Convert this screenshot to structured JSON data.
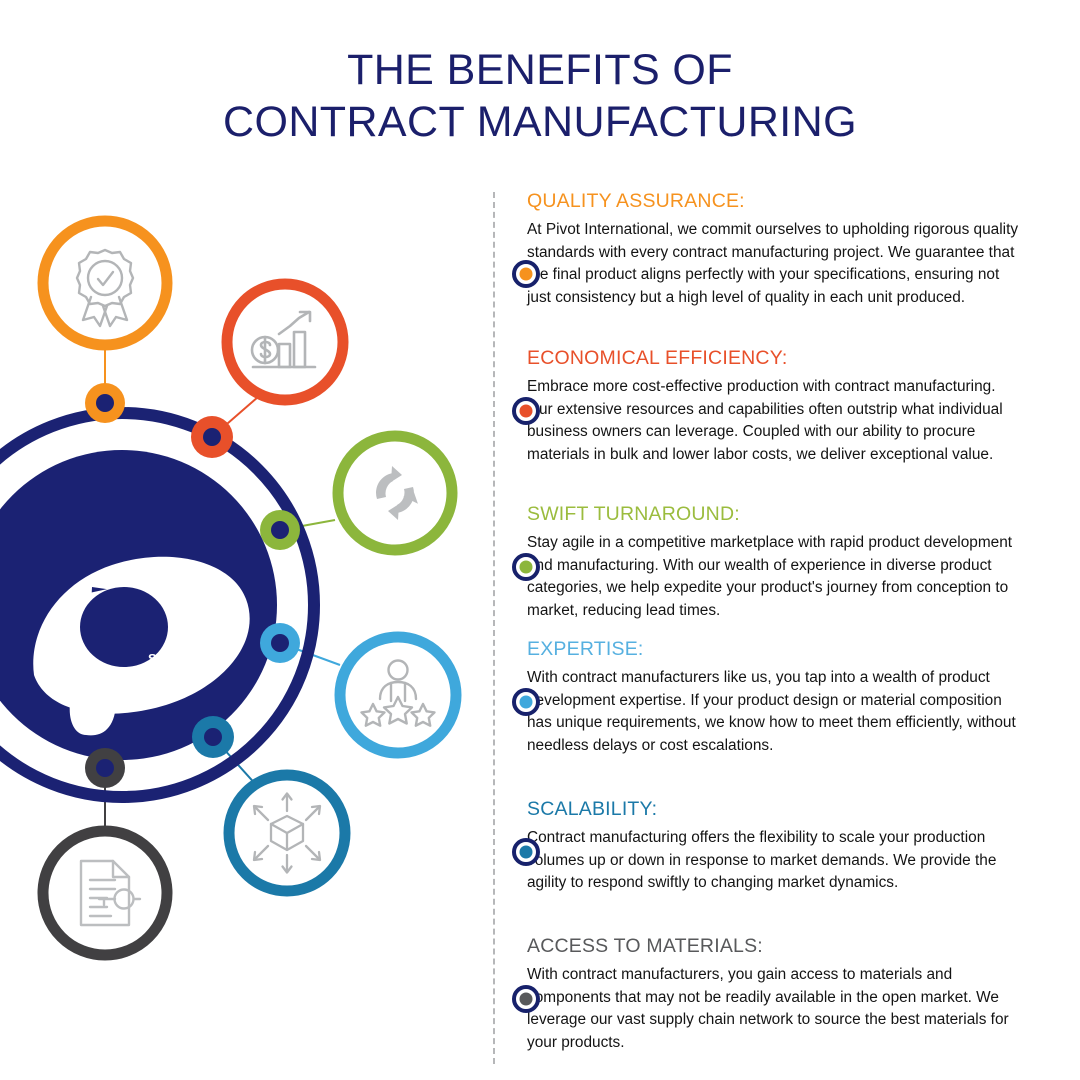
{
  "title": {
    "line1": "THE BENEFITS OF",
    "line2": "CONTRACT MANUFACTURING",
    "color": "#1b1f6b"
  },
  "brand": {
    "logo_letter": "P",
    "service_mark": "SM",
    "core_color": "#1b2273",
    "ring_color": "#1b2273"
  },
  "palette": {
    "orange": "#f6921e",
    "red_orange": "#e8502a",
    "green": "#8cb63c",
    "light_blue": "#3fa8dc",
    "steel_blue": "#1b79a8",
    "dark_gray": "#414042",
    "navy": "#17216b",
    "dashed_line": "#b6b7b9"
  },
  "sections": [
    {
      "id": "quality-assurance",
      "heading": "QUALITY ASSURANCE:",
      "heading_color": "#f6921e",
      "marker_color": "#f6921e",
      "icon": "award-ribbon-icon",
      "body": "At Pivot International, we commit ourselves to upholding rigorous quality standards with every contract manufacturing project. We guarantee that the final product aligns perfectly with your specifications, ensuring not just consistency but a high level of quality in each unit produced."
    },
    {
      "id": "economical-efficiency",
      "heading": "ECONOMICAL EFFICIENCY:",
      "heading_color": "#e8502a",
      "marker_color": "#e8502a",
      "icon": "dollar-growth-chart-icon",
      "body": "Embrace more cost-effective production with contract manufacturing. Our extensive resources and capabilities often outstrip what individual business owners can leverage. Coupled with our ability to procure materials in bulk and lower labor costs, we deliver exceptional value."
    },
    {
      "id": "swift-turnaround",
      "heading": "SWIFT TURNAROUND:",
      "heading_color": "#9bbc3e",
      "marker_color": "#8cb63c",
      "icon": "refresh-cycle-icon",
      "body": "Stay agile in a competitive marketplace with rapid product development and manufacturing. With our wealth of experience in diverse product categories, we help expedite your product's journey from conception to market, reducing lead times."
    },
    {
      "id": "expertise",
      "heading": "EXPERTISE:",
      "heading_color": "#56b0e0",
      "marker_color": "#3fa8dc",
      "icon": "person-stars-icon",
      "body": "With contract manufacturers like us, you tap into a wealth of product development expertise. If your product design or material composition has unique requirements, we know how to meet them efficiently, without needless delays or cost escalations."
    },
    {
      "id": "scalability",
      "heading": "SCALABILITY:",
      "heading_color": "#1b79a8",
      "marker_color": "#1b79a8",
      "icon": "cube-expand-icon",
      "body": "Contract manufacturing offers the flexibility to scale your production volumes up or down in response to market demands. We provide the agility to respond swiftly to changing market dynamics."
    },
    {
      "id": "access-to-materials",
      "heading": "ACCESS TO MATERIALS:",
      "heading_color": "#58595b",
      "marker_color": "#58595b",
      "icon": "document-key-icon",
      "body": "With contract manufacturers, you gain access to materials and components that may not be readily available in the open market. We leverage our vast supply chain network to source the best materials for your products."
    }
  ]
}
